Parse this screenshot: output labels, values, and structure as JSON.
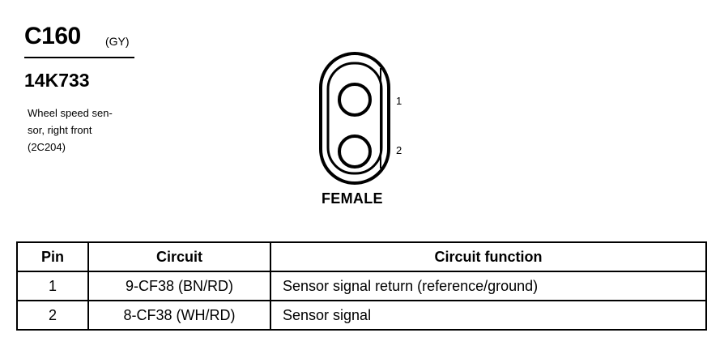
{
  "connector": {
    "id": "C160",
    "color_code": "(GY)",
    "part_number": "14K733",
    "description_lines": [
      "Wheel speed sen-",
      "sor, right front",
      "(2C204)"
    ],
    "gender": "FEMALE",
    "pin_labels": [
      "1",
      "2"
    ]
  },
  "table": {
    "headers": [
      "Pin",
      "Circuit",
      "Circuit function"
    ],
    "rows": [
      {
        "pin": "1",
        "circuit": "9-CF38 (BN/RD)",
        "function": "Sensor signal return (reference/ground)"
      },
      {
        "pin": "2",
        "circuit": "8-CF38 (WH/RD)",
        "function": "Sensor signal"
      }
    ]
  }
}
